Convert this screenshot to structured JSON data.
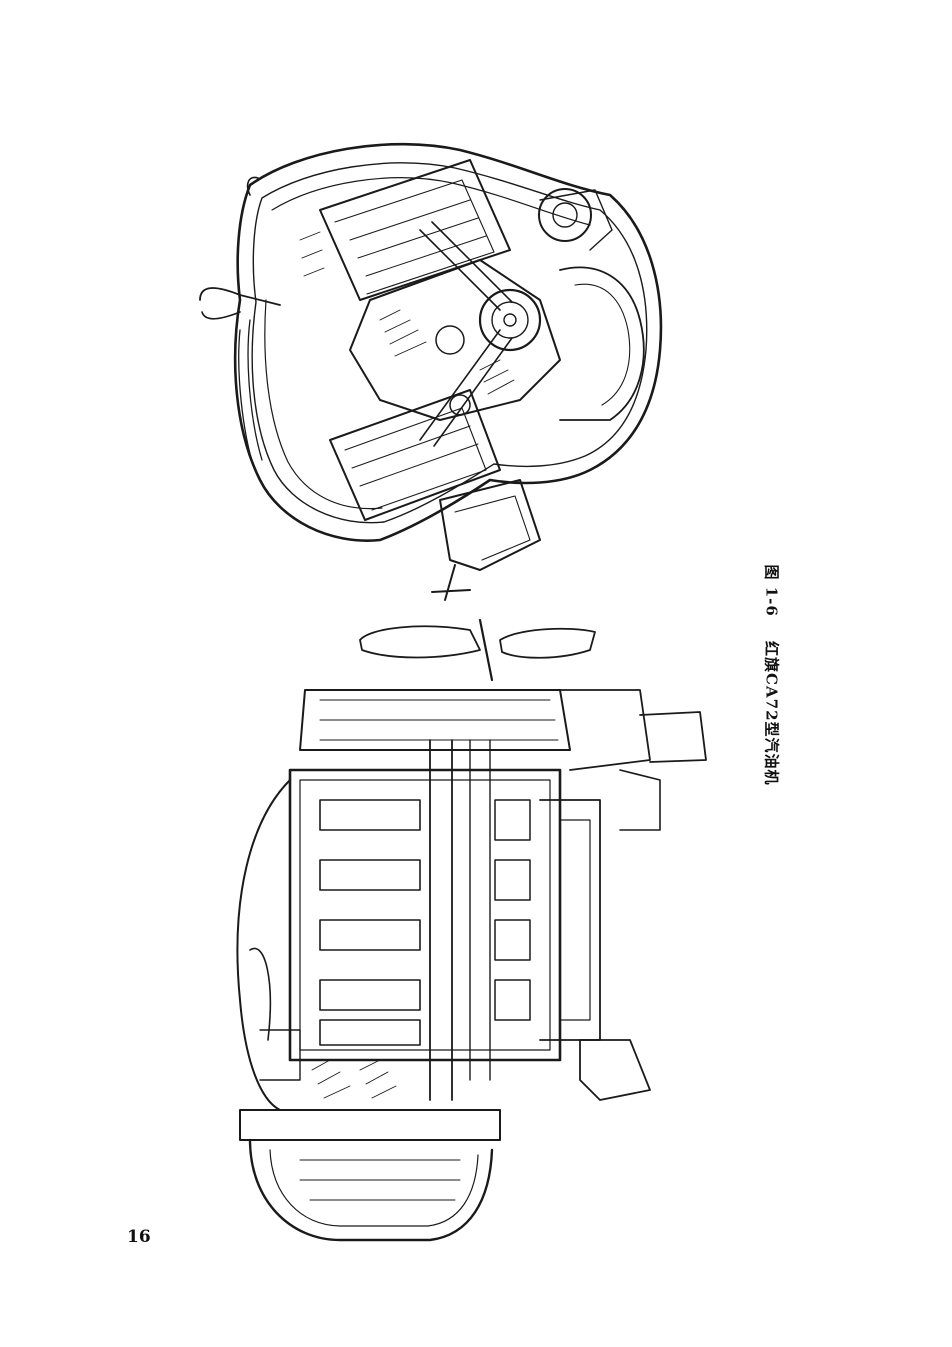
{
  "figure": {
    "number": "图 1-6",
    "title": "红旗CA72型汽油机"
  },
  "page_number": "16"
}
